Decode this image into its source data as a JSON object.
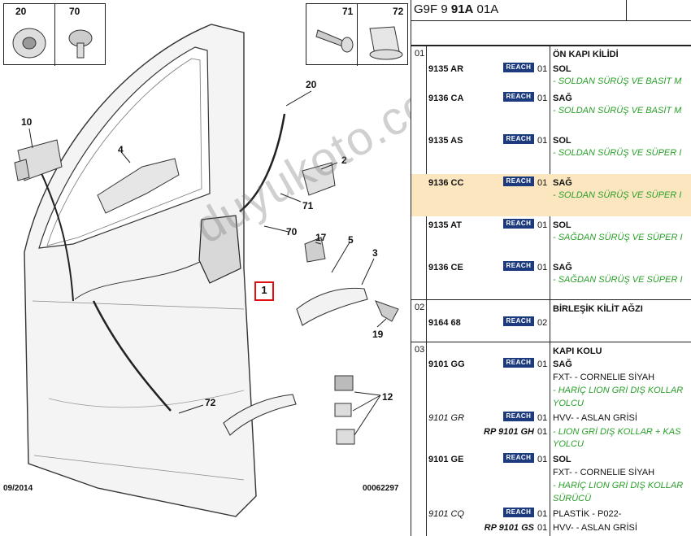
{
  "header": {
    "code_prefix": "G9F 9 ",
    "code_bold": "91A",
    "code_suffix": " 01A"
  },
  "diagram": {
    "top_parts_left": [
      "20",
      "70"
    ],
    "top_parts_right": [
      "71",
      "72"
    ],
    "callouts": [
      "20",
      "10",
      "4",
      "2",
      "71",
      "70",
      "17",
      "5",
      "3",
      "1",
      "19",
      "72",
      "12"
    ],
    "date": "09/2014",
    "ref": "00062297",
    "watermark": "duyukoto.com"
  },
  "groups": [
    {
      "num": "01"
    },
    {
      "num": "02"
    },
    {
      "num": "03"
    }
  ],
  "rows": [
    {
      "pn": "",
      "qty": "",
      "desc": "ÖN KAPI KİLİDİ"
    },
    {
      "pn": "9135 AR",
      "reach": "REACH",
      "qty": "01",
      "desc": "SOL",
      "sub": "- SOLDAN SÜRÜŞ VE BASİT M"
    },
    {
      "pn": "9136 CA",
      "reach": "REACH",
      "qty": "01",
      "desc": "SAĞ",
      "sub": "- SOLDAN SÜRÜŞ VE BASİT M"
    },
    {
      "pn": "9135 AS",
      "reach": "REACH",
      "qty": "01",
      "desc": "SOL",
      "sub": "- SOLDAN SÜRÜŞ VE SÜPER I"
    },
    {
      "pn": "9136 CC",
      "reach": "REACH",
      "qty": "01",
      "desc": "SAĞ",
      "sub": "- SOLDAN SÜRÜŞ VE SÜPER I"
    },
    {
      "pn": "9135 AT",
      "reach": "REACH",
      "qty": "01",
      "desc": "SOL",
      "sub": "- SAĞDAN SÜRÜŞ VE SÜPER I"
    },
    {
      "pn": "9136 CE",
      "reach": "REACH",
      "qty": "01",
      "desc": "SAĞ",
      "sub": "- SAĞDAN SÜRÜŞ VE SÜPER I"
    },
    {
      "pn": "",
      "qty": "",
      "desc": "BİRLEŞİK KİLİT AĞZI"
    },
    {
      "pn": "9164 68",
      "reach": "REACH",
      "qty": "02",
      "desc": ""
    },
    {
      "pn": "",
      "qty": "",
      "desc": "KAPI KOLU"
    },
    {
      "pn": "9101 GG",
      "reach": "REACH",
      "qty": "01",
      "desc": "SAĞ"
    },
    {
      "desc": "FXT- - CORNELIE SİYAH"
    },
    {
      "desc": "- HARİÇ LION GRİ DIŞ KOLLAR"
    },
    {
      "desc": "YOLCU"
    },
    {
      "pn": "9101 GR",
      "reach": "REACH",
      "qty": "01",
      "desc": "HVV- - ASLAN GRİSİ"
    },
    {
      "rp": "RP 9101 GH",
      "qty": "01",
      "desc": "- LION GRİ DIŞ KOLLAR + KAS"
    },
    {
      "desc": "YOLCU"
    },
    {
      "pn": "9101 GE",
      "reach": "REACH",
      "qty": "01",
      "desc": "SOL"
    },
    {
      "desc": "FXT- - CORNELIE SİYAH"
    },
    {
      "desc": "- HARİÇ LION GRİ DIŞ KOLLAR"
    },
    {
      "desc": "SÜRÜCÜ"
    },
    {
      "pn": "9101 CQ",
      "reach": "REACH",
      "qty": "01",
      "desc": "PLASTİK - P022-"
    },
    {
      "rp": "RP 9101 GS",
      "qty": "01",
      "desc": "HVV- - ASLAN GRİSİ"
    }
  ],
  "colors": {
    "highlight": "#fbe6bf",
    "reach_badge": "#1c3a7e",
    "green_text": "#2aa02a",
    "hotspot": "#e01010"
  }
}
